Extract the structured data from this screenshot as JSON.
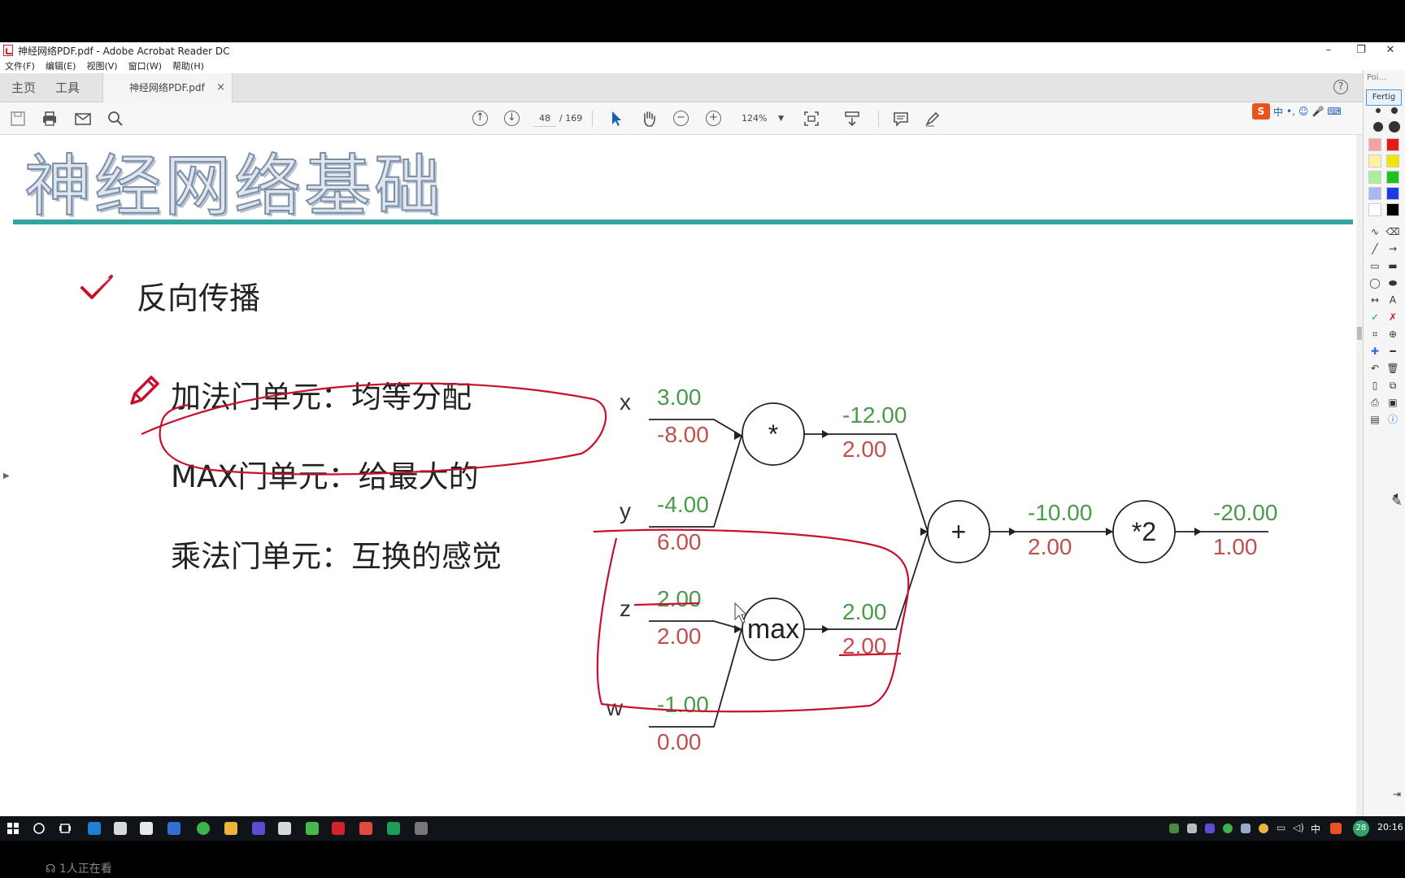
{
  "window": {
    "title": "神经网络PDF.pdf - Adobe Acrobat Reader DC",
    "minimize": "–",
    "restore": "❐",
    "close": "✕"
  },
  "menu": [
    "文件(F)",
    "编辑(E)",
    "视图(V)",
    "窗口(W)",
    "帮助(H)"
  ],
  "tabs": {
    "home": "主页",
    "tools": "工具",
    "document": "神经网络PDF.pdf",
    "close": "×",
    "help": "?"
  },
  "toolbar": {
    "current_page": "48",
    "total_pages": "/ 169",
    "zoom": "124%"
  },
  "ime": {
    "logo": "S",
    "mode": "中",
    "punct": "•,",
    "emoji": "☺",
    "mic": "🎤",
    "keyboard": "⌨"
  },
  "panel": {
    "header": "Poi...",
    "button": "Fertig"
  },
  "slide": {
    "title": "神经网络基础",
    "heading": "反向传播",
    "bullets": [
      "加法门单元：均等分配",
      "MAX门单元：给最大的",
      "乘法门单元：互换的感觉"
    ]
  },
  "graph": {
    "colors": {
      "forward": "#4a9a4a",
      "gradient": "#c0504d",
      "annotation": "#c8102e"
    },
    "inputs": [
      {
        "label": "x",
        "value": "3.00",
        "grad": "-8.00"
      },
      {
        "label": "y",
        "value": "-4.00",
        "grad": "6.00"
      },
      {
        "label": "z",
        "value": "2.00",
        "grad": "2.00"
      },
      {
        "label": "w",
        "value": "-1.00",
        "grad": "0.00"
      }
    ],
    "nodes": [
      {
        "op": "*",
        "value": "-12.00",
        "grad": "2.00"
      },
      {
        "op": "max",
        "value": "2.00",
        "grad": "2.00"
      },
      {
        "op": "+",
        "value": "-10.00",
        "grad": "2.00"
      },
      {
        "op": "*2",
        "value": "-20.00",
        "grad": "1.00"
      }
    ]
  },
  "taskbar": {
    "clock": "20:16",
    "badge": "28",
    "ime": "中"
  },
  "viewer_note": "1人正在看"
}
